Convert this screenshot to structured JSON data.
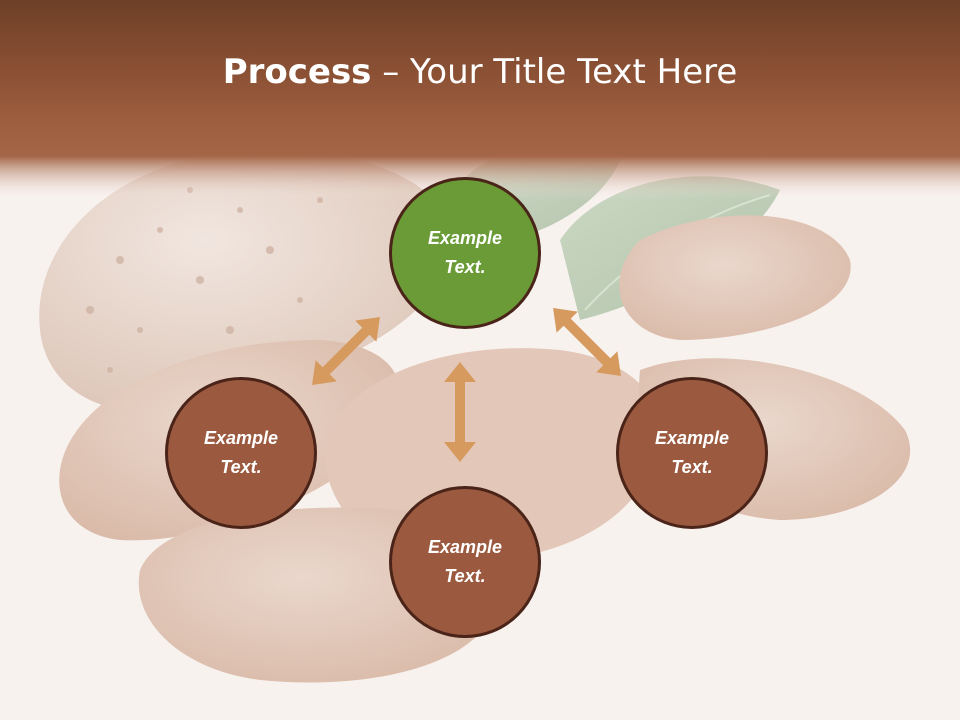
{
  "header": {
    "title_bold": "Process",
    "title_rest": " – Your Title Text Here"
  },
  "diagram": {
    "nodes": [
      {
        "line1": "Example",
        "line2": "Text."
      },
      {
        "line1": "Example",
        "line2": "Text."
      },
      {
        "line1": "Example",
        "line2": "Text."
      },
      {
        "line1": "Example",
        "line2": "Text."
      }
    ]
  },
  "colors": {
    "header_brown": "#8f4f33",
    "node_green": "#6a9b36",
    "node_brown": "#9b5a3f",
    "node_border": "#4a2418",
    "arrow": "#d69a5e"
  }
}
